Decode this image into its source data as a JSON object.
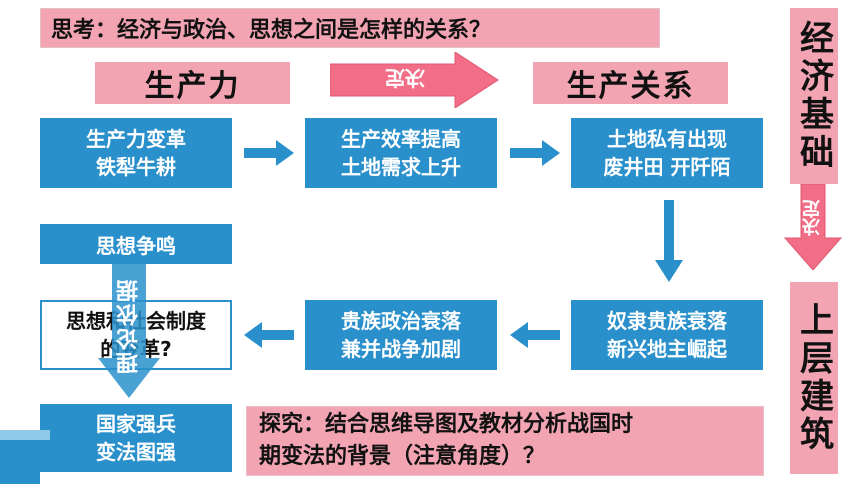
{
  "question": "思考：经济与政治、思想之间是怎样的关系？",
  "productive_force": "生产力",
  "decides_label": "决定",
  "production_relations": "生产关系",
  "row1": [
    {
      "line1": "生产力变革",
      "line2": "铁犁牛耕"
    },
    {
      "line1": "生产效率提高",
      "line2": "土地需求上升"
    },
    {
      "line1": "土地私有出现",
      "line2": "废井田 开阡陌"
    }
  ],
  "row2": [
    {
      "line1": "思想和社会制度",
      "line2": "的变革?"
    },
    {
      "line1": "贵族政治衰落",
      "line2": "兼并战争加剧"
    },
    {
      "line1": "奴隶贵族衰落",
      "line2": "新兴地主崛起"
    }
  ],
  "thought_contend": "思想争鸣",
  "theory_basis": "理论依据",
  "country_strong": {
    "line1": "国家强兵",
    "line2": "变法图强"
  },
  "explore": {
    "line1": "探究：结合思维导图及教材分析战国时",
    "line2": "期变法的背景（注意角度）？"
  },
  "side_top": "经济基础",
  "side_mid": "决定",
  "side_bottom": "上层建筑",
  "colors": {
    "pink": "#f2a4b3",
    "blue": "#2a90cc",
    "arrow": "#2a90cc"
  }
}
